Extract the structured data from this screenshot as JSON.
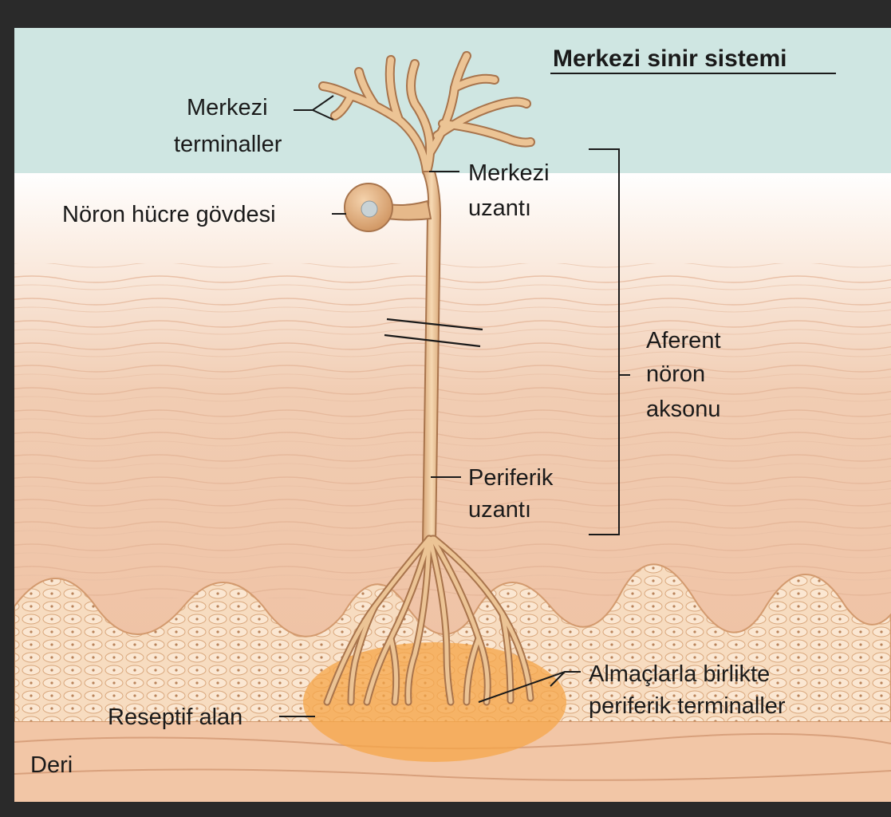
{
  "title": "Merkezi sinir sistemi",
  "labels": {
    "central_terminals_1": "Merkezi",
    "central_terminals_2": "terminaller",
    "cell_body": "Nöron hücre gövdesi",
    "central_process_1": "Merkezi",
    "central_process_2": "uzantı",
    "afferent_1": "Aferent",
    "afferent_2": "nöron",
    "afferent_3": "aksonu",
    "peripheral_process_1": "Periferik",
    "peripheral_process_2": "uzantı",
    "terminals_with_receptors_1": "Almaçlarla birlikte",
    "terminals_with_receptors_2": "periferik terminaller",
    "receptive_field": "Reseptif alan",
    "skin": "Deri"
  },
  "colors": {
    "cns_region": "#cfe6e2",
    "tissue": "#f1c9ae",
    "neuron": "#ecc495",
    "neuron_stroke": "#a8744c",
    "receptive_field": "#f5a548"
  }
}
